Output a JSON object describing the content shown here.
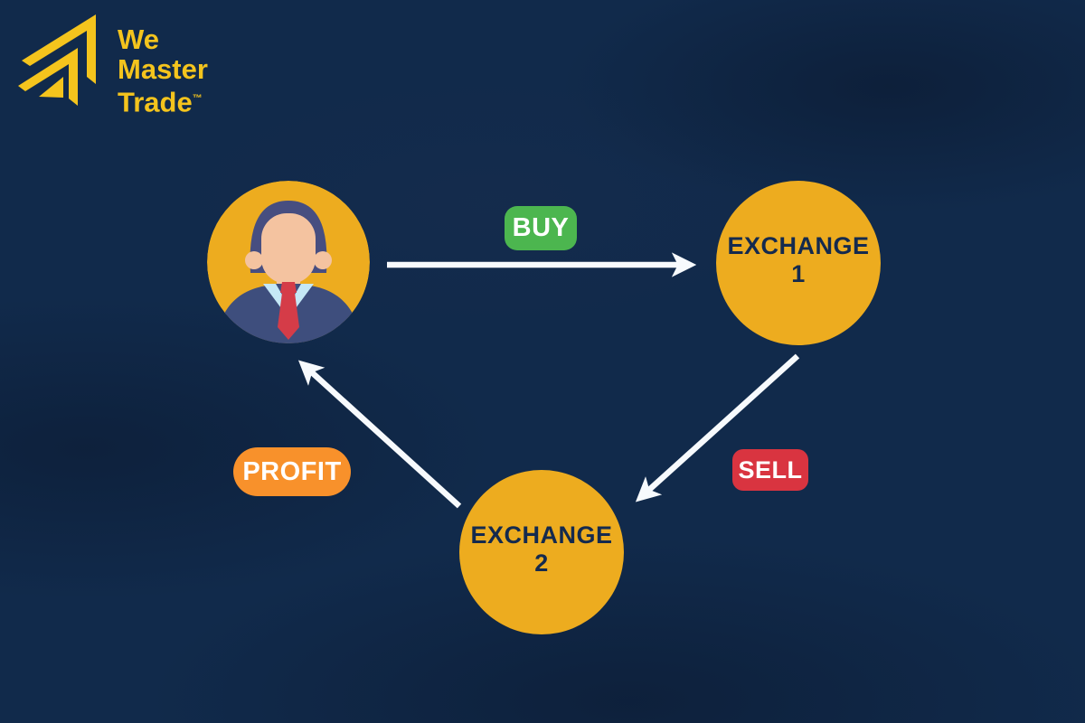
{
  "logo": {
    "line1": "We",
    "line2": "Master",
    "line3": "Trade",
    "trademark": "™"
  },
  "diagram": {
    "trader": {
      "icon": "trader-avatar"
    },
    "exchange1": {
      "line1": "EXCHANGE",
      "line2": "1"
    },
    "exchange2": {
      "line1": "EXCHANGE",
      "line2": "2"
    },
    "badges": {
      "buy": "BUY",
      "sell": "SELL",
      "profit": "PROFIT"
    },
    "flow": [
      "trader",
      "buy",
      "exchange1",
      "sell",
      "exchange2",
      "profit",
      "trader"
    ]
  },
  "colors": {
    "background": "#112A4B",
    "gold": "#EDAC1F",
    "green": "#4CB64F",
    "red": "#D93440",
    "orange": "#F8912B",
    "navy-text": "#142A4E",
    "logo-yellow": "#F4C41D",
    "arrow-white": "#F7FAFD"
  }
}
